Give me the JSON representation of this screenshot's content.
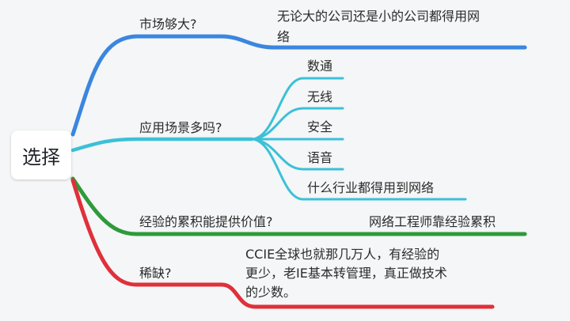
{
  "root": {
    "label": "选择"
  },
  "branches": {
    "market": {
      "label": "市场够大?",
      "color": "#3a86e0",
      "note": "无论大的公司还是小的公司都得用网\n络"
    },
    "scenes": {
      "label": "应用场景多吗?",
      "color": "#3cc0d8",
      "children": [
        "数通",
        "无线",
        "安全",
        "语音",
        "什么行业都得用到网络"
      ]
    },
    "experience": {
      "label": "经验的累积能提供价值?",
      "color": "#2e9a3a",
      "note": "网络工程师靠经验累积"
    },
    "scarcity": {
      "label": "稀缺?",
      "color": "#e0303a",
      "note": "CCIE全球也就那几万人，有经验的\n更少，老IE基本转管理，真正做技术\n的少数。"
    }
  }
}
